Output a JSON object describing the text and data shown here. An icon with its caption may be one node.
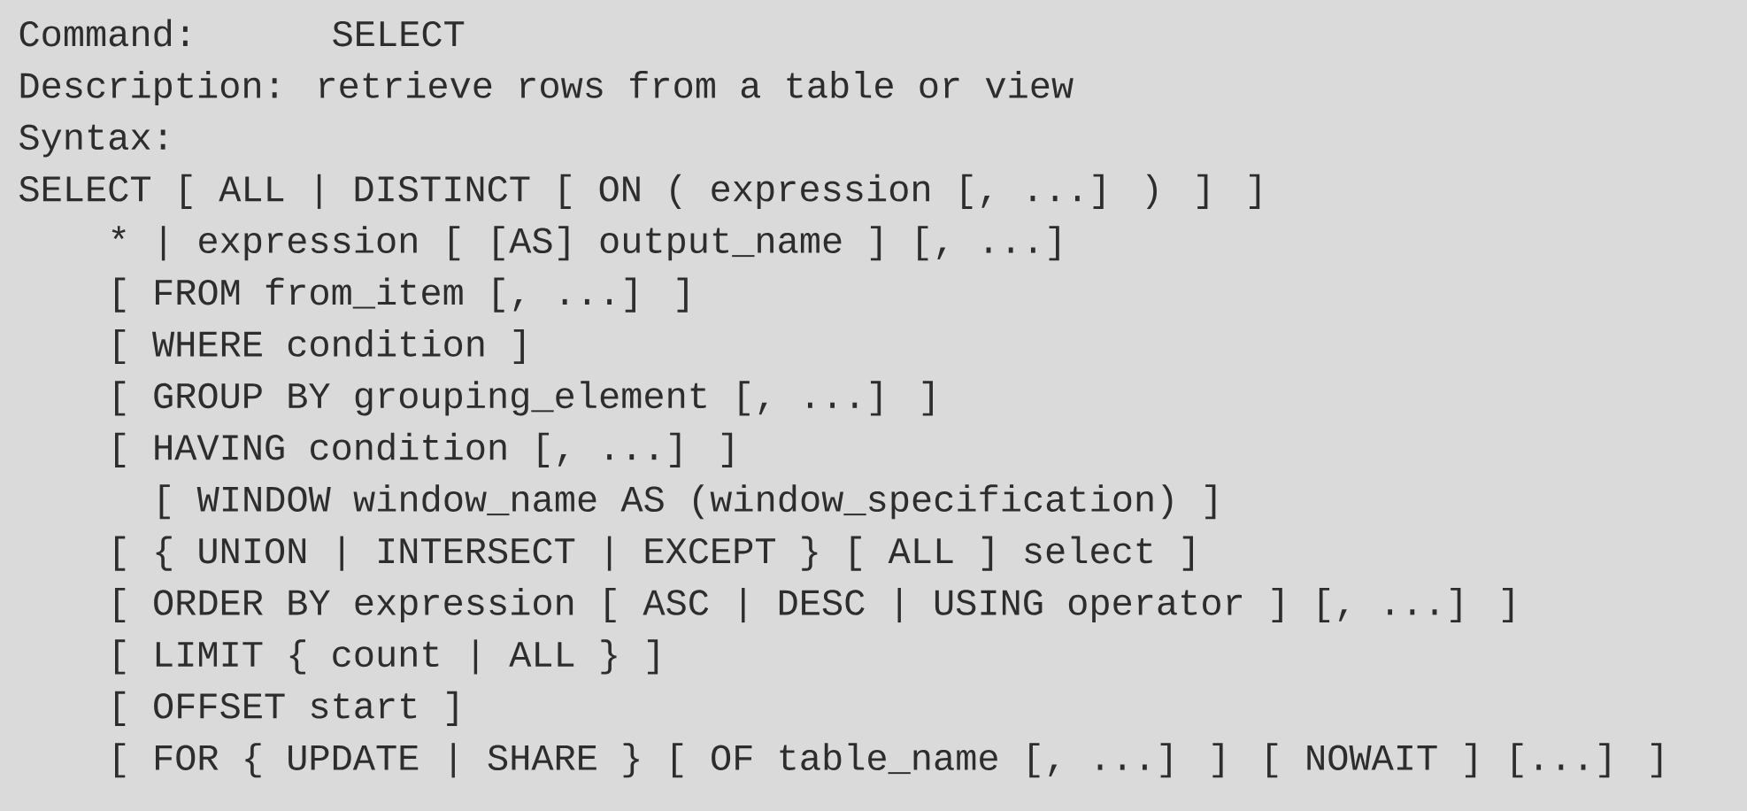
{
  "diagram": {
    "labels": [
      "Command:",
      "SELECT",
      "Description: retrieve rows from a table or view",
      "Syntax:",
      "SELECT [ ALL | DISTINCT [ ON ( expression [, ...] ) ] ]",
      "* | expression [ [AS] output_name ] [, ...]",
      "[ FROM from_item [, ...] ]",
      "[ WHERE condition ]",
      "[ GROUP BY grouping_element [, ...] ]",
      "[ HAVING condition [, ...] ]",
      "[ WINDOW window_name AS (window_specification) ]",
      "[ { UNION | INTERSECT | EXCEPT } [ ALL ] select ]",
      "[ ORDER BY expression [ ASC | DESC | USING operator ] [, ...] ]",
      "[ LIMIT { count | ALL } ]",
      "[ OFFSET start ]",
      "[ FOR { UPDATE | SHARE } [ OF table_name [, ...] ] [ NOWAIT ] [...] ]"
    ]
  }
}
